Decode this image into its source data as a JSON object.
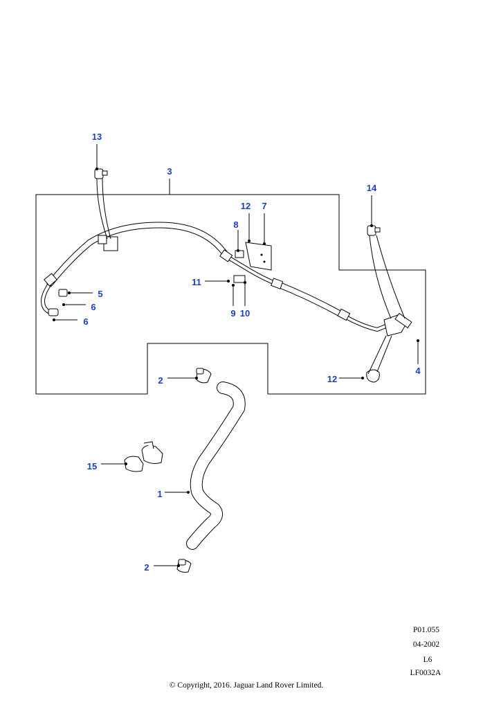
{
  "callouts": {
    "c1": "1",
    "c2a": "2",
    "c2b": "2",
    "c3": "3",
    "c4": "4",
    "c5": "5",
    "c6a": "6",
    "c6b": "6",
    "c7": "7",
    "c8": "8",
    "c9": "9",
    "c10": "10",
    "c11": "11",
    "c12a": "12",
    "c12b": "12",
    "c13": "13",
    "c14": "14",
    "c15": "15"
  },
  "footer": {
    "ref": "P01.055",
    "date": "04-2002",
    "model": "L6",
    "code": "LF0032A",
    "copyright": "© Copyright, 2016. Jaguar Land Rover Limited."
  },
  "colors": {
    "callout": "#1a3fbf",
    "line": "#000000"
  }
}
